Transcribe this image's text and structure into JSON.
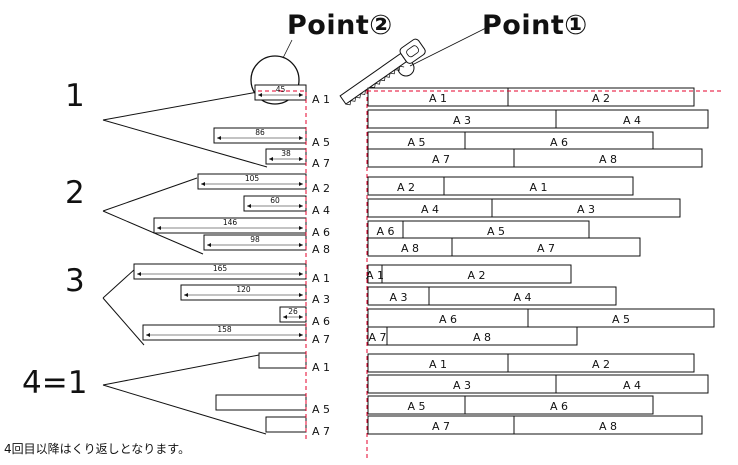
{
  "points": {
    "point1": "Point①",
    "point2": "Point②"
  },
  "steps": [
    "1",
    "2",
    "3",
    "4=1"
  ],
  "note": "4回目以降はくり返しとなります。",
  "colors": {
    "cut_line": "#e4002b",
    "outline": "#111111",
    "background": "#ffffff"
  },
  "icons": [
    "saw-icon",
    "magnifier-circle"
  ],
  "left_groups": [
    {
      "step": "1",
      "rows": [
        {
          "label": "A1",
          "dim": "45"
        },
        {
          "label": "A5",
          "dim": "86"
        },
        {
          "label": "A7",
          "dim": "38"
        }
      ]
    },
    {
      "step": "2",
      "rows": [
        {
          "label": "A2",
          "dim": "105"
        },
        {
          "label": "A4",
          "dim": "60"
        },
        {
          "label": "A6",
          "dim": "146"
        },
        {
          "label": "A8",
          "dim": "98"
        }
      ]
    },
    {
      "step": "3",
      "rows": [
        {
          "label": "A1",
          "dim": "165"
        },
        {
          "label": "A3",
          "dim": "120"
        },
        {
          "label": "A6",
          "dim": "26"
        },
        {
          "label": "A7",
          "dim": "158"
        }
      ]
    },
    {
      "step": "4=1",
      "rows": [
        {
          "label": "A1",
          "dim": ""
        },
        {
          "label": "A5",
          "dim": ""
        },
        {
          "label": "A7",
          "dim": ""
        }
      ]
    }
  ],
  "right_groups": [
    {
      "step": "1",
      "rows": [
        [
          "A1",
          "A2"
        ],
        [
          "A3",
          "A4"
        ],
        [
          "A5",
          "A6"
        ],
        [
          "A7",
          "A8"
        ]
      ]
    },
    {
      "step": "2",
      "rows": [
        [
          "A2",
          "A1"
        ],
        [
          "A4",
          "A3"
        ],
        [
          "A6",
          "A5"
        ],
        [
          "A8",
          "A7"
        ]
      ]
    },
    {
      "step": "3",
      "rows": [
        [
          "A1",
          "A2"
        ],
        [
          "A3",
          "A4"
        ],
        [
          "A6",
          "A5"
        ],
        [
          "A7",
          "A8"
        ]
      ]
    },
    {
      "step": "4=1",
      "rows": [
        [
          "A1",
          "A2"
        ],
        [
          "A3",
          "A4"
        ],
        [
          "A5",
          "A6"
        ],
        [
          "A7",
          "A8"
        ]
      ]
    }
  ]
}
